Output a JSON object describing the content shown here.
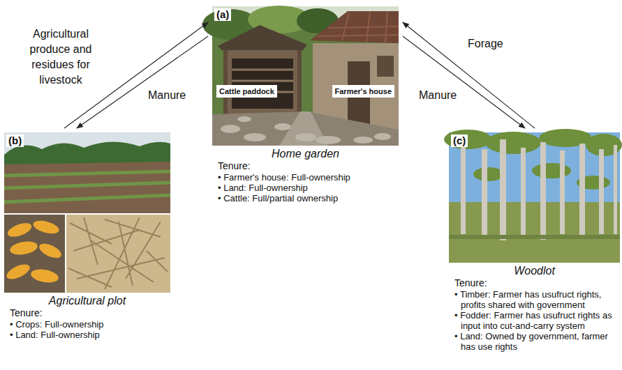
{
  "diagram": {
    "nodes": [
      {
        "text": [
          "(a)",
          "Home garden",
          "Tenure:",
          "• Farmer's house: Full-ownership",
          "• Land: Full-ownership",
          "• Cattle: Full/partial ownership"
        ]
      },
      {
        "text": [
          "Cattle paddock"
        ],
        "in": 0
      },
      {
        "text": [
          "Farmer's house"
        ],
        "in": 0
      },
      {
        "text": [
          "(b)",
          "Agricultural plot",
          "Tenure:",
          "• Crops: Full-ownership",
          "• Land: Full-ownership"
        ]
      },
      {
        "text": [
          "(c)",
          "Woodlot",
          "Tenure:",
          "• Timber: Farmer has usufruct rights, profits shared with government",
          "• Fodder: Farmer has usufruct rights as input into cut-and-carry system",
          "• Land: Owned by government, farmer has use rights"
        ]
      }
    ],
    "edges": [
      {
        "from": 3,
        "to": 0,
        "arrow": "to",
        "label": "Agricultural produce and residues for livestock"
      },
      {
        "from": 0,
        "to": 3,
        "arrow": "to",
        "label": "Manure"
      },
      {
        "from": 4,
        "to": 0,
        "arrow": "to",
        "label": "Forage"
      },
      {
        "from": 0,
        "to": 4,
        "arrow": "to",
        "label": "Manure"
      }
    ]
  }
}
